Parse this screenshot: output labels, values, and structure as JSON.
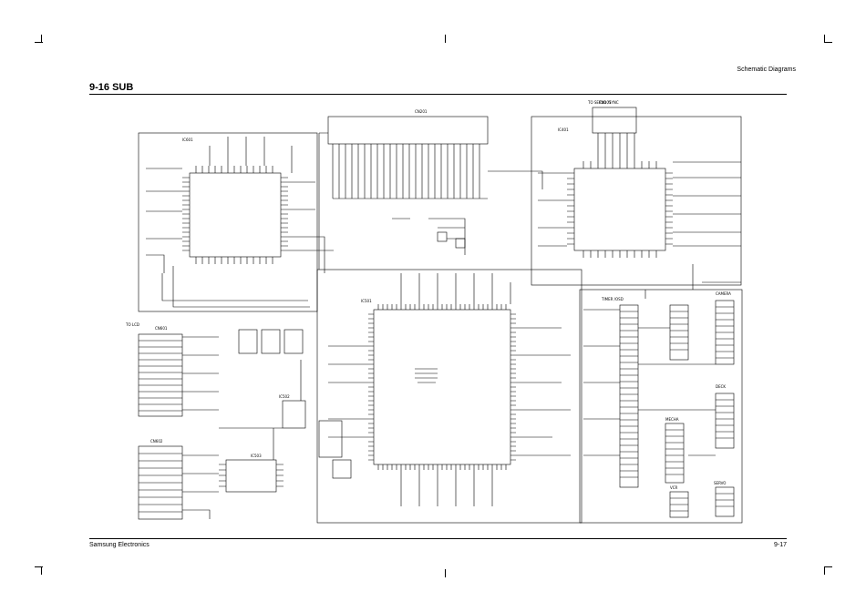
{
  "header": {
    "section": "Schematic Diagrams"
  },
  "page_title": "9-16 SUB",
  "footer": {
    "company": "Samsung Electronics",
    "page_number": "9-17"
  },
  "schematic": {
    "connectors": {
      "top_main": "CN201",
      "top_right": "CN101",
      "left_lcd": "CN601",
      "left_lower": "CN602",
      "right_osd_timer": "TIMER /OSD",
      "right_camera": "CAMERA",
      "right_deck": "DECK",
      "right_mecha": "MECHA",
      "right_vcr": "VCR",
      "right_servo": "SERVO"
    },
    "net_labels": {
      "to_lcd": "TO LCD",
      "to_servo": "TO SERVO /SYNC"
    },
    "ics": {
      "main": "IC501",
      "left": "IC601",
      "right": "IC401",
      "small_a": "IC502",
      "small_b": "IC503"
    },
    "colors": {
      "line": "#000000",
      "background": "#ffffff"
    }
  }
}
